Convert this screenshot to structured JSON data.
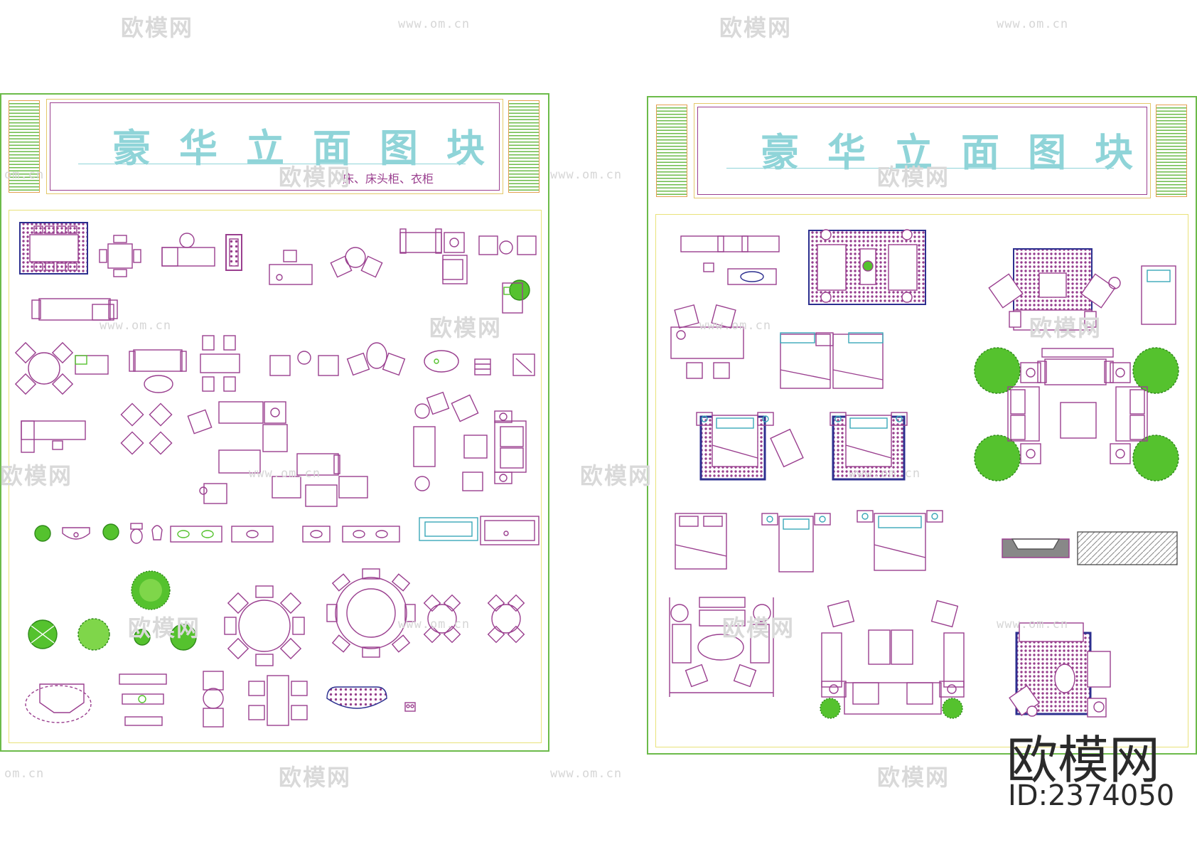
{
  "sheets": [
    {
      "title": "豪华立面图块",
      "subtitle": "床、床头柜、衣柜"
    },
    {
      "title": "豪华立面图块",
      "subtitle": ""
    }
  ],
  "watermark": {
    "logo_text": "欧模网",
    "url_text": "www.om.cn",
    "url_short": "om.cn"
  },
  "branding": {
    "name": "欧模网",
    "id": "ID:2374050"
  },
  "colors": {
    "frame": "#6cbb4a",
    "inner_frame": "#e9e27a",
    "furniture": "#9a3f8f",
    "plant": "#55c22e",
    "rug": "#2c2f8f",
    "title": "#8fd4d8"
  }
}
